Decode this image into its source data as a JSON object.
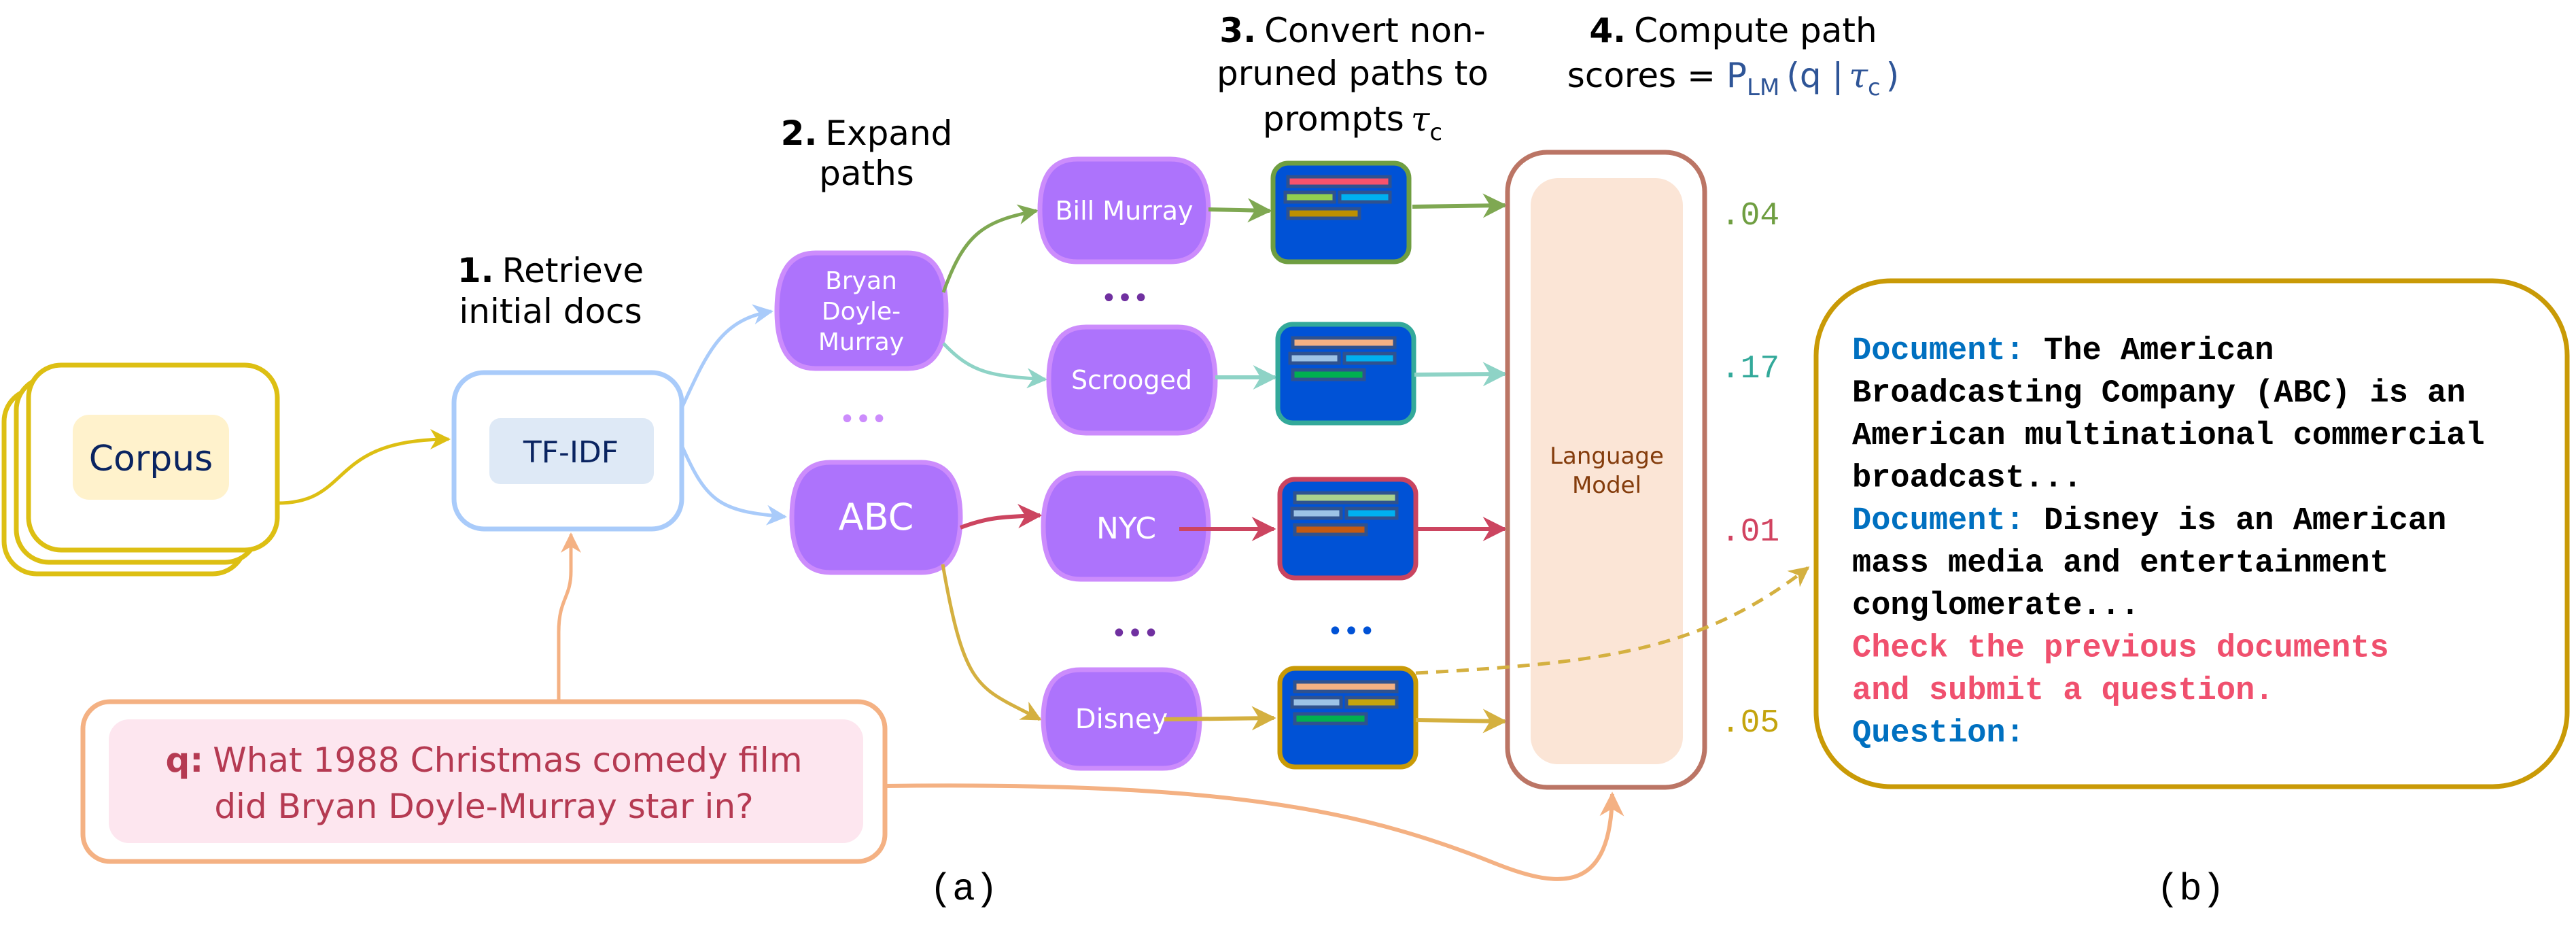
{
  "figure": {
    "panel_a_label": "(a)",
    "panel_b_label": "(b)"
  },
  "steps": [
    {
      "number": "1.",
      "line1": "Retrieve",
      "line2": "initial docs"
    },
    {
      "number": "2.",
      "line1": "Expand",
      "line2": "paths"
    },
    {
      "number": "3.",
      "line1": "Convert non-",
      "line2": "pruned paths to",
      "line3": "prompts",
      "symbol": "τ",
      "symbol_sub": "c"
    },
    {
      "number": "4.",
      "line1": "Compute path",
      "line2_prefix": "scores = ",
      "formula": {
        "P": "P",
        "P_sub": "LM",
        "open": "(q |",
        "tau": "τ",
        "tau_sub": "c",
        "close": ")"
      }
    }
  ],
  "corpus": {
    "label": "Corpus"
  },
  "retriever": {
    "label": "TF-IDF"
  },
  "first_hop_nodes": [
    {
      "lines": [
        "Bryan",
        "Doyle-",
        "Murray"
      ]
    },
    {
      "lines": [
        "ABC"
      ]
    }
  ],
  "first_hop_ellipsis": "•••",
  "second_hop_nodes": [
    {
      "label": "Bill Murray",
      "edge_color": "#7FA852"
    },
    {
      "label": "Scrooged",
      "edge_color": "#8ED3C6"
    },
    {
      "label": "NYC",
      "edge_color": "#CC4560"
    },
    {
      "label": "Disney",
      "edge_color": "#D4B040"
    }
  ],
  "second_hop_ellipsis": [
    "•••",
    "•••"
  ],
  "prompts": [
    {
      "border": "#6F9E41",
      "bars": [
        "#F8526C",
        "#92D050",
        "#00B0F0",
        "#BF9000"
      ]
    },
    {
      "border": "#33A99A",
      "bars": [
        "#F4B183",
        "#9DC3E6",
        "#00B0F0",
        "#00B050"
      ]
    },
    {
      "border": "#C94460",
      "bars": [
        "#A9D18E",
        "#9DC3E6",
        "#00B0F0",
        "#C55A11"
      ]
    },
    {
      "border": "#C99A06",
      "bars": [
        "#F4B183",
        "#9DC3E6",
        "#C4A40E",
        "#00B050"
      ]
    }
  ],
  "prompts_ellipsis": "•••",
  "language_model": {
    "line1": "Language",
    "line2": "Model"
  },
  "scores": [
    {
      "value": ".04",
      "color": "#6F9E41"
    },
    {
      "value": ".17",
      "color": "#33A99A"
    },
    {
      "value": ".01",
      "color": "#D14360"
    },
    {
      "value": ".05",
      "color": "#C4A40E"
    }
  ],
  "query": {
    "prefix": "q:",
    "line1": "What 1988 Christmas comedy film",
    "line2": "did Bryan Doyle-Murray star in?"
  },
  "prompt_example": {
    "lines": [
      {
        "label": "Document:",
        "text": " The American",
        "kind": "doc"
      },
      {
        "label": "",
        "text": "Broadcasting Company (ABC) is an",
        "kind": "doc"
      },
      {
        "label": "",
        "text": "American multinational commercial",
        "kind": "doc"
      },
      {
        "label": "",
        "text": "broadcast...",
        "kind": "doc"
      },
      {
        "label": "Document:",
        "text": " Disney is an American",
        "kind": "doc"
      },
      {
        "label": "",
        "text": "mass media and entertainment",
        "kind": "doc"
      },
      {
        "label": "",
        "text": "conglomerate...",
        "kind": "doc"
      },
      {
        "label": "",
        "text": "Check the previous documents",
        "kind": "instruction"
      },
      {
        "label": "",
        "text": "and submit a question.",
        "kind": "instruction"
      },
      {
        "label": "Question:",
        "text": "",
        "kind": "question"
      }
    ]
  },
  "colors": {
    "corpus_border": "#DDBF13",
    "corpus_fill": "#FFF2CC",
    "corpus_text": "#0A2461",
    "retriever_border": "#A9CBFA",
    "retriever_fill": "#DEE9F6",
    "node_fill": "#AD73FC",
    "node_border": "#CC8CFC",
    "prompt_fill": "#0052D6",
    "prompt_bar_outline": "#2F528F",
    "lm_border": "#BB7565",
    "lm_fill": "#FBE5D6",
    "lm_text": "#843C0C",
    "query_border": "#F4B183",
    "query_fill": "#FDE6EF",
    "query_text": "#B53A52",
    "panel_border": "#C99A06",
    "doc_label": "#0070C0",
    "instruction": "#F0506E",
    "formula": "#2F5597"
  }
}
